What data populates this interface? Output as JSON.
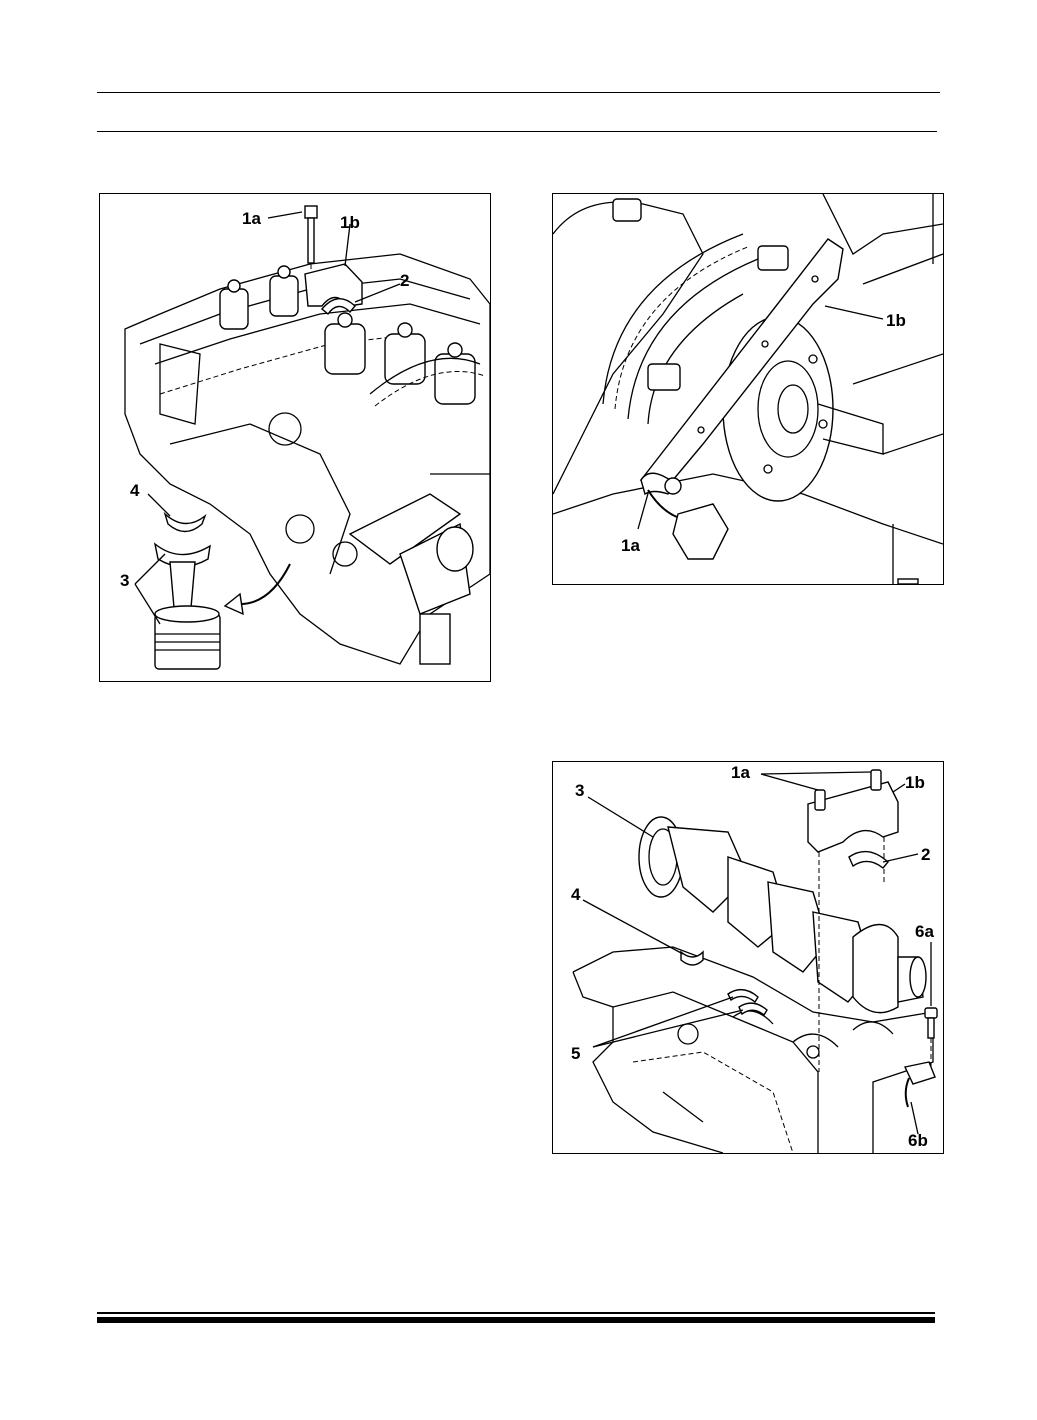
{
  "figures": [
    {
      "id": "fig-connecting-rod-removal",
      "callouts": [
        "1a",
        "1b",
        "2",
        "3",
        "4"
      ]
    },
    {
      "id": "fig-crankshaft-bearing-cap",
      "callouts": [
        "1b",
        "1a"
      ]
    },
    {
      "id": "fig-crankshaft-exploded",
      "callouts": [
        "1a",
        "1b",
        "3",
        "2",
        "4",
        "6a",
        "5",
        "6b"
      ]
    }
  ]
}
